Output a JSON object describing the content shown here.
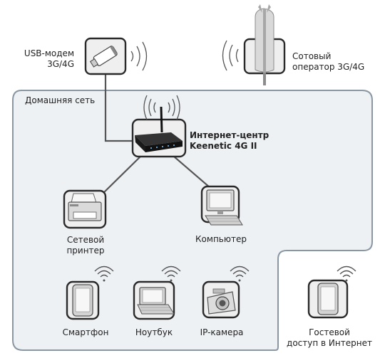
{
  "home_network": {
    "label": "Домашняя сеть"
  },
  "devices": {
    "usb_modem": {
      "line1": "USB-модем",
      "line2": "3G/4G"
    },
    "cell_operator": {
      "line1": "Сотовый",
      "line2": "оператор 3G/4G"
    },
    "router": {
      "line1": "Интернет-центр",
      "line2": "Keenetic 4G II"
    },
    "printer": {
      "line1": "Сетевой",
      "line2": "принтер"
    },
    "computer": {
      "label": "Компьютер"
    },
    "smartphone": {
      "label": "Смартфон"
    },
    "laptop": {
      "label": "Ноутбук"
    },
    "ip_camera": {
      "label": "IP-камера"
    },
    "guest": {
      "line1": "Гостевой",
      "line2": "доступ в Интернет"
    }
  },
  "colors": {
    "frame": "#8a97a3",
    "zone": "#eef1f4",
    "icon_box": "#efefef",
    "icon_border": "#2a2a2a",
    "line": "#555555"
  }
}
